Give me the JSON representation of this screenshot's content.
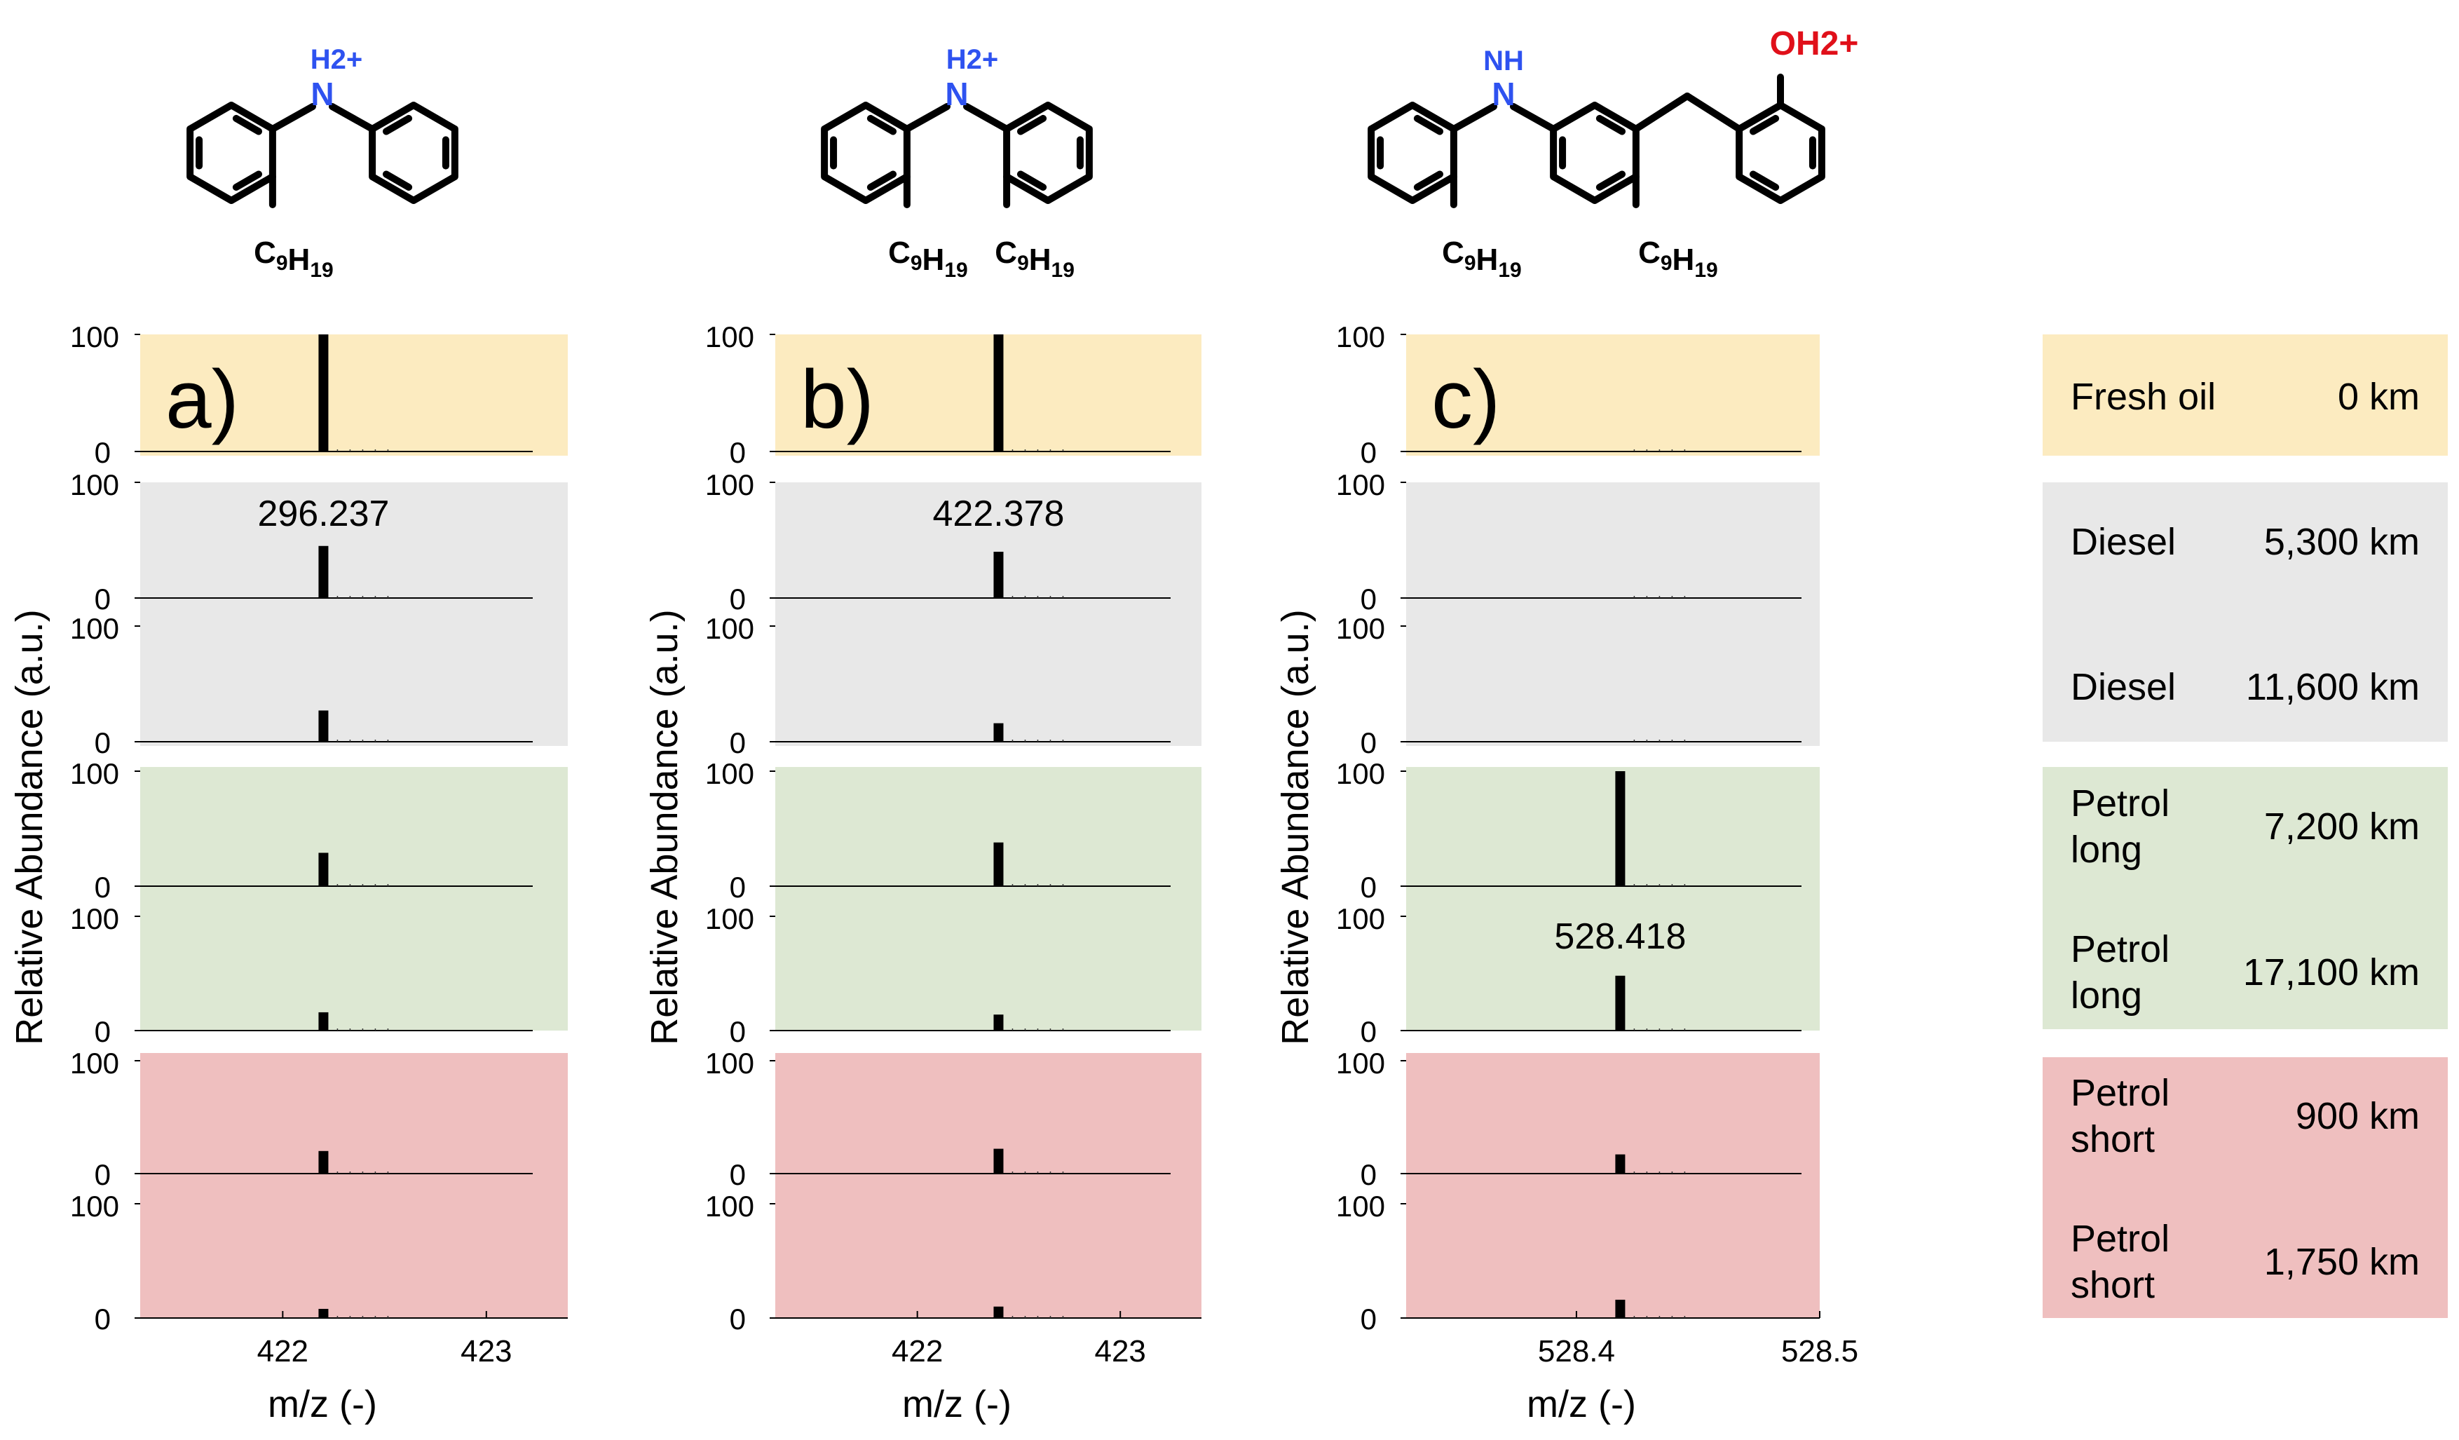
{
  "colors": {
    "fresh": "#fcebc0",
    "diesel": "#e8e8e8",
    "petrol_long": "#dde8d3",
    "petrol_short": "#efbfbf",
    "nitrogen": "#2e52f0",
    "oxygen": "#e0101a",
    "bond": "#000000"
  },
  "molecules": [
    {
      "charge_label": "H2+",
      "atom": "N",
      "substituents": [
        "C9H19"
      ]
    },
    {
      "charge_label": "H2+",
      "atom": "N",
      "substituents": [
        "C9H19",
        "C9H19"
      ]
    },
    {
      "charge_label": "OH2+",
      "nh_label": "NH",
      "atom": "N",
      "substituents": [
        "C9H19",
        "C9H19"
      ]
    }
  ],
  "legend": [
    {
      "condition": "Fresh oil",
      "km": "0 km"
    },
    {
      "condition": "Diesel",
      "km": "5,300 km"
    },
    {
      "condition": "Diesel",
      "km": "11,600 km"
    },
    {
      "condition": "Petrol long",
      "km": "7,200 km"
    },
    {
      "condition": "Petrol long",
      "km": "17,100 km"
    },
    {
      "condition": "Petrol short",
      "km": "900 km"
    },
    {
      "condition": "Petrol short",
      "km": "1,750 km"
    }
  ],
  "chart_data": [
    {
      "type": "bar",
      "panel_label": "a)",
      "peak_label": "296.237",
      "xlabel": "m/z (-)",
      "ylabel": "Relative Abundance (a.u.)",
      "xlim": [
        421.3,
        423.4
      ],
      "xticks": [
        "422",
        "423"
      ],
      "ylim": [
        0,
        100
      ],
      "peak_position": 422.2,
      "series": [
        {
          "name": "Fresh oil 0 km",
          "values": [
            100
          ]
        },
        {
          "name": "Diesel 5,300 km",
          "values": [
            45
          ]
        },
        {
          "name": "Diesel 11,600 km",
          "values": [
            27
          ]
        },
        {
          "name": "Petrol long 7,200 km",
          "values": [
            29
          ]
        },
        {
          "name": "Petrol long 17,100 km",
          "values": [
            16
          ]
        },
        {
          "name": "Petrol short 900 km",
          "values": [
            20
          ]
        },
        {
          "name": "Petrol short 1,750 km",
          "values": [
            8
          ]
        }
      ]
    },
    {
      "type": "bar",
      "panel_label": "b)",
      "peak_label": "422.378",
      "xlabel": "m/z (-)",
      "ylabel": "Relative Abundance (a.u.)",
      "xlim": [
        421.3,
        423.4
      ],
      "xticks": [
        "422",
        "423"
      ],
      "ylim": [
        0,
        100
      ],
      "peak_position": 422.4,
      "series": [
        {
          "name": "Fresh oil 0 km",
          "values": [
            100
          ]
        },
        {
          "name": "Diesel 5,300 km",
          "values": [
            40
          ]
        },
        {
          "name": "Diesel 11,600 km",
          "values": [
            16
          ]
        },
        {
          "name": "Petrol long 7,200 km",
          "values": [
            38
          ]
        },
        {
          "name": "Petrol long 17,100 km",
          "values": [
            14
          ]
        },
        {
          "name": "Petrol short 900 km",
          "values": [
            22
          ]
        },
        {
          "name": "Petrol short 1,750 km",
          "values": [
            10
          ]
        }
      ]
    },
    {
      "type": "bar",
      "panel_label": "c)",
      "peak_label": "528.418",
      "xlabel": "m/z (-)",
      "ylabel": "Relative Abundance (a.u.)",
      "xlim": [
        528.33,
        528.5
      ],
      "xticks": [
        "528.4",
        "528.5"
      ],
      "ylim": [
        0,
        100
      ],
      "peak_position": 528.418,
      "series": [
        {
          "name": "Fresh oil 0 km",
          "values": [
            0
          ]
        },
        {
          "name": "Diesel 5,300 km",
          "values": [
            0
          ]
        },
        {
          "name": "Diesel 11,600 km",
          "values": [
            0
          ]
        },
        {
          "name": "Petrol long 7,200 km",
          "values": [
            100
          ]
        },
        {
          "name": "Petrol long 17,100 km",
          "values": [
            48
          ]
        },
        {
          "name": "Petrol short 900 km",
          "values": [
            17
          ]
        },
        {
          "name": "Petrol short 1,750 km",
          "values": [
            16
          ]
        }
      ]
    }
  ]
}
